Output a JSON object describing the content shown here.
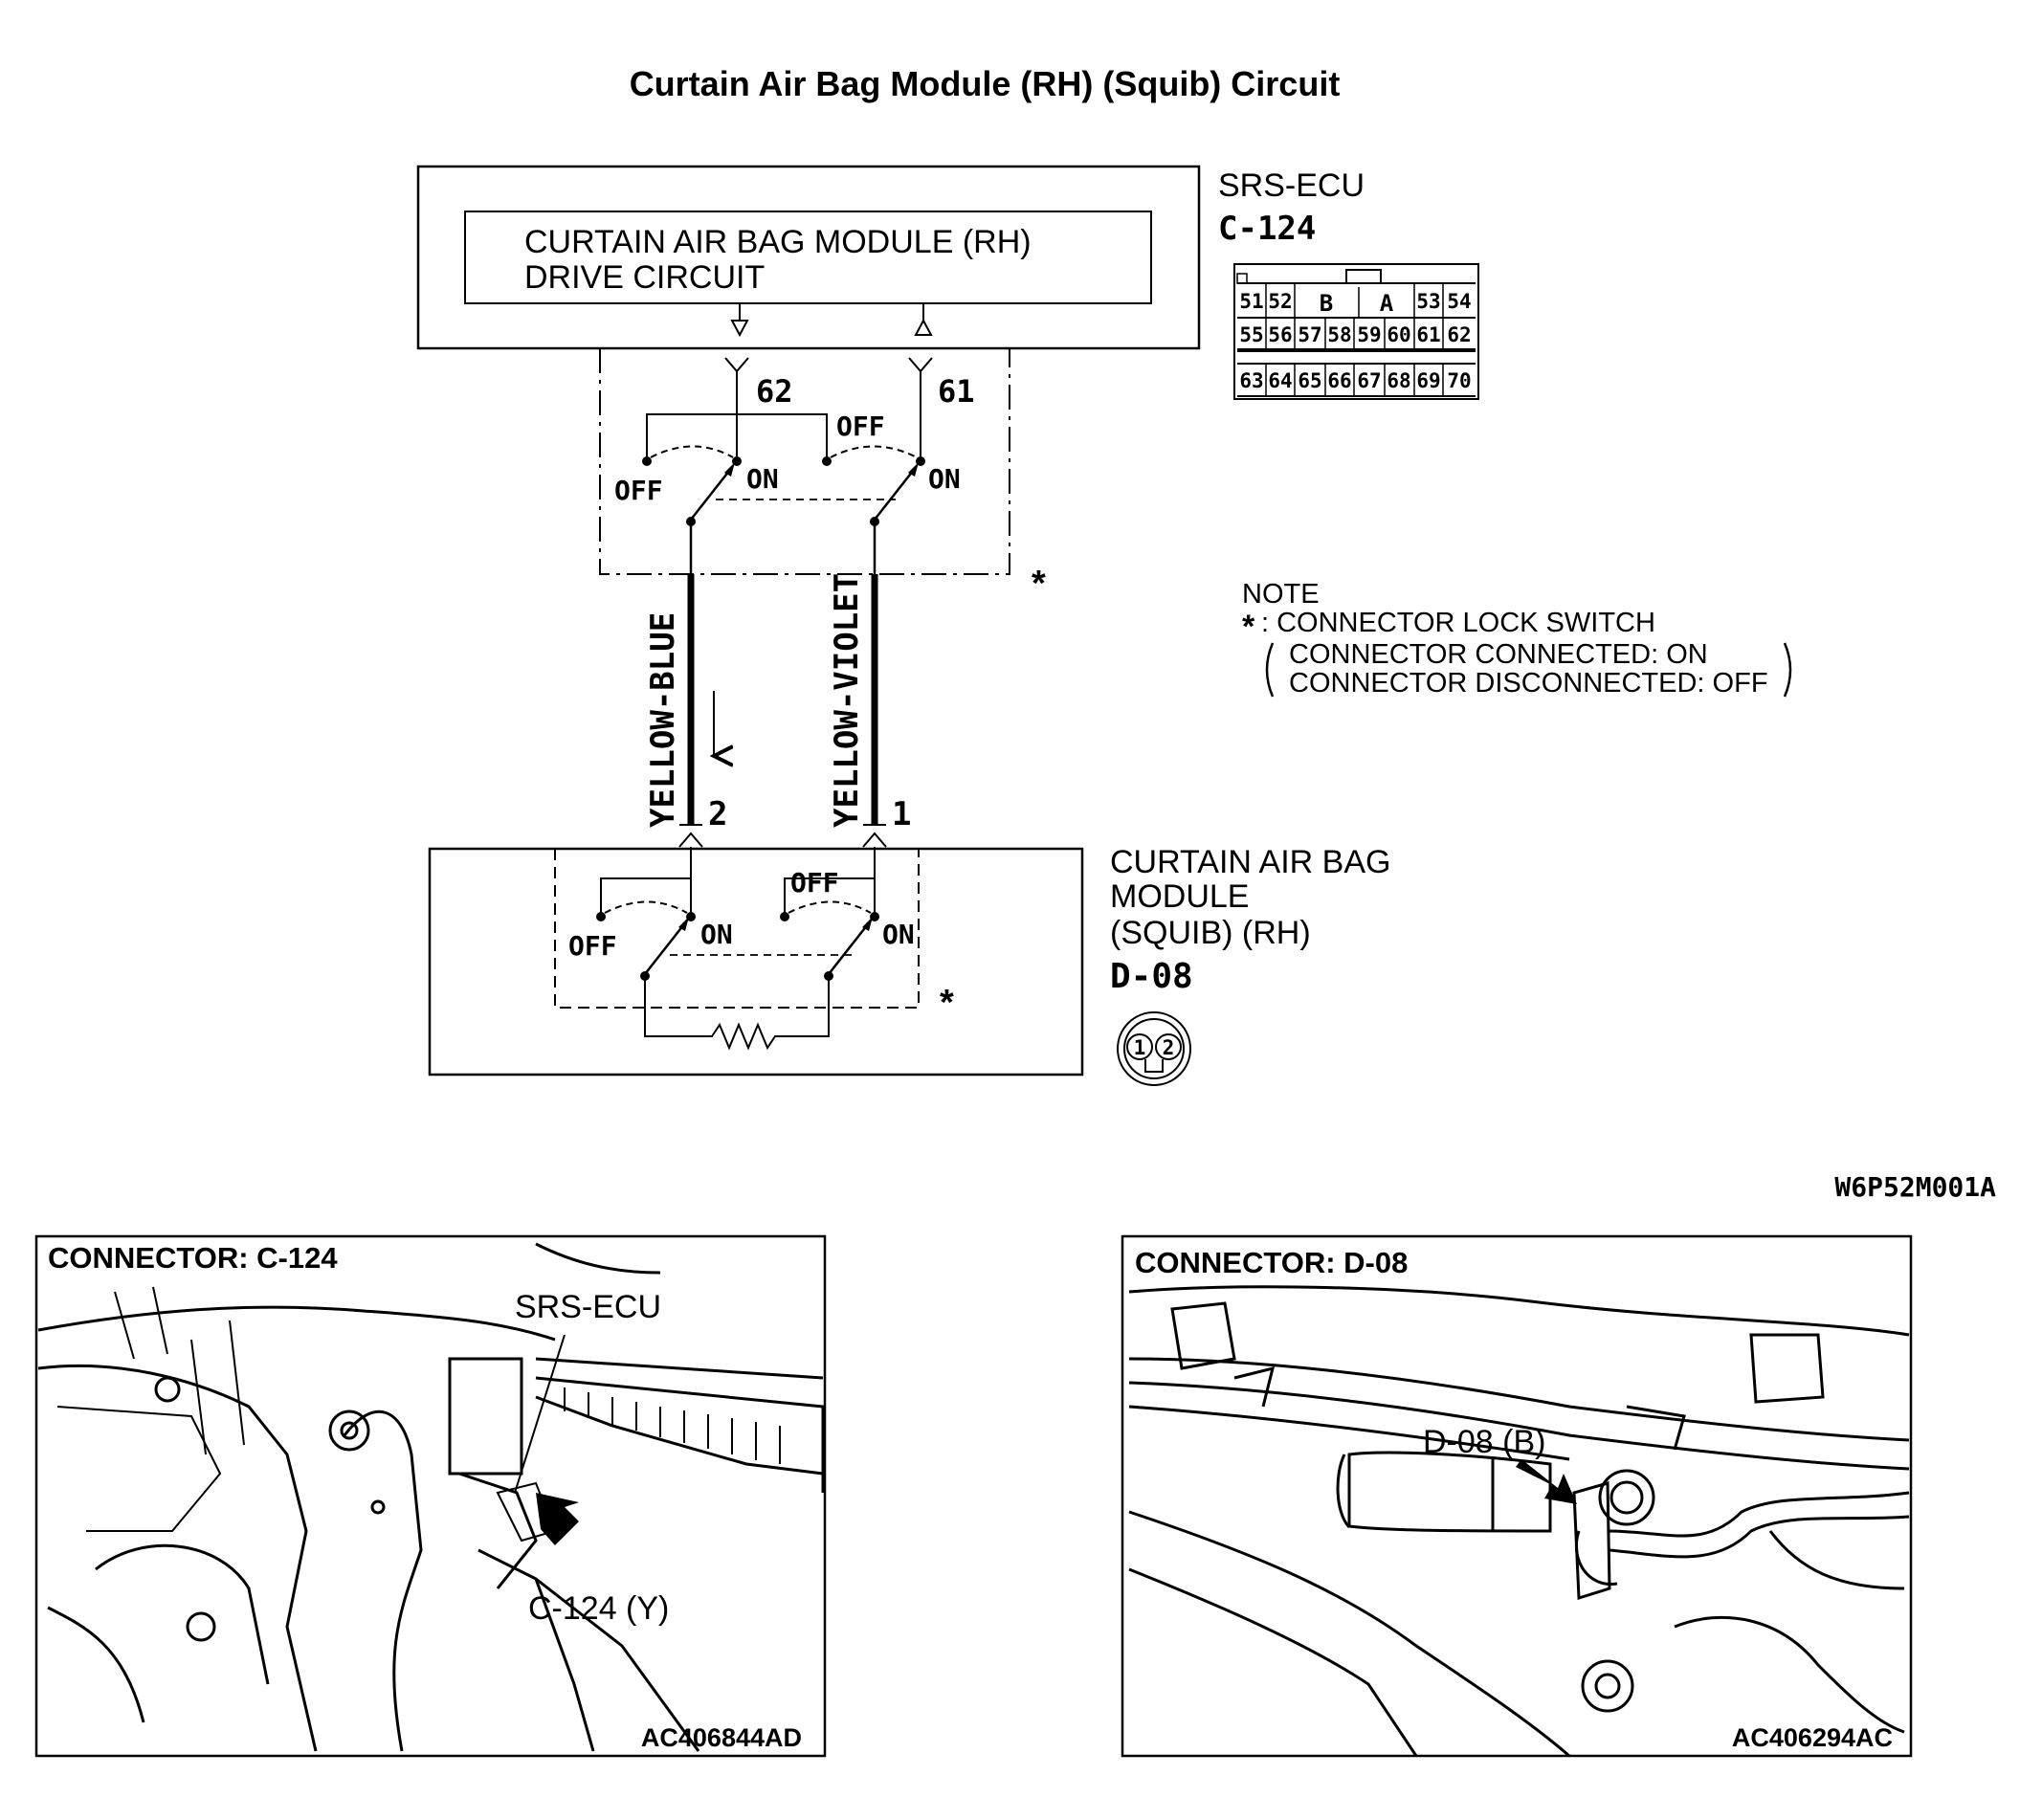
{
  "title": "Curtain Air Bag Module (RH) (Squib) Circuit",
  "srs_ecu": {
    "name": "SRS-ECU",
    "connector": "C-124",
    "drive_circuit_line1": "CURTAIN AIR BAG MODULE (RH)",
    "drive_circuit_line2": "DRIVE CIRCUIT",
    "pin_left": "62",
    "pin_right": "61",
    "pinout": {
      "row1_left": [
        "51",
        "52"
      ],
      "row1_mid": [
        "B",
        "A"
      ],
      "row1_right": [
        "53",
        "54"
      ],
      "row2": [
        "55",
        "56",
        "57",
        "58",
        "59",
        "60",
        "61",
        "62"
      ],
      "row3": [
        "63",
        "64",
        "65",
        "66",
        "67",
        "68",
        "69",
        "70"
      ]
    }
  },
  "switch_labels": {
    "off": "OFF",
    "on": "ON",
    "star": "*"
  },
  "wires": [
    {
      "color_name": "YELLOW-BLUE",
      "pin": "2"
    },
    {
      "color_name": "YELLOW-VIOLET",
      "pin": "1"
    }
  ],
  "module": {
    "line1": "CURTAIN AIR BAG",
    "line2": "MODULE",
    "line3": "(SQUIB) (RH)",
    "connector": "D-08",
    "pins": [
      "1",
      "2"
    ]
  },
  "note": {
    "heading": "NOTE",
    "star": "*",
    "line1": ": CONNECTOR LOCK SWITCH",
    "line2": "CONNECTOR CONNECTED: ON",
    "line3": "CONNECTOR DISCONNECTED: OFF"
  },
  "diagram_code": "W6P52M001A",
  "photo_left": {
    "header": "CONNECTOR: C-124",
    "label_ecu": "SRS-ECU",
    "label_connector": "C-124 (Y)",
    "code": "AC406844AD"
  },
  "photo_right": {
    "header": "CONNECTOR: D-08",
    "label_connector": "D-08 (B)",
    "code": "AC406294AC"
  }
}
